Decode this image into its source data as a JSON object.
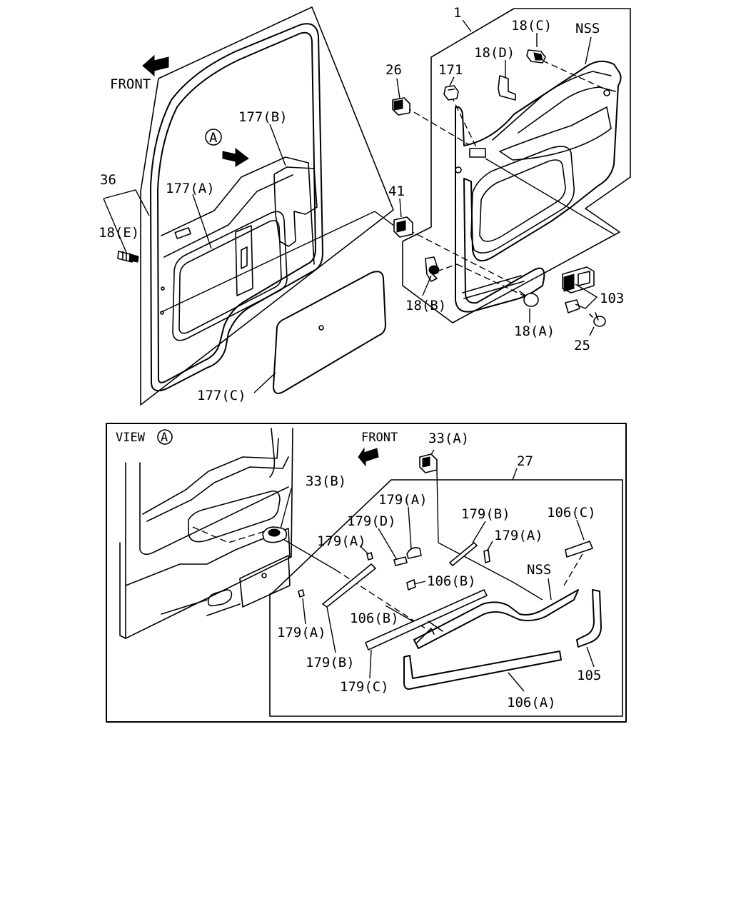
{
  "top": {
    "front": "FRONT",
    "view_marker": "A",
    "labels": {
      "p1": "1",
      "p18c": "18(C)",
      "nss": "NSS",
      "p18d": "18(D)",
      "p26": "26",
      "p171": "171",
      "p177b": "177(B)",
      "p36": "36",
      "p177a": "177(A)",
      "p41": "41",
      "p18e": "18(E)",
      "p18b": "18(B)",
      "p103": "103",
      "p18a": "18(A)",
      "p25": "25",
      "p177c": "177(C)"
    }
  },
  "bottom": {
    "view_label": "VIEW",
    "view_marker": "A",
    "front": "FRONT",
    "labels": {
      "p33a": "33(A)",
      "p27": "27",
      "p33b": "33(B)",
      "p179a_1": "179(A)",
      "p179b_1": "179(B)",
      "p106c": "106(C)",
      "p179d": "179(D)",
      "p179a_2": "179(A)",
      "p179a_3": "179(A)",
      "nss": "NSS",
      "p106b_1": "106(B)",
      "p106b_2": "106(B)",
      "p179a_4": "179(A)",
      "p179b_2": "179(B)",
      "p179c": "179(C)",
      "p106a": "106(A)",
      "p105": "105"
    }
  }
}
